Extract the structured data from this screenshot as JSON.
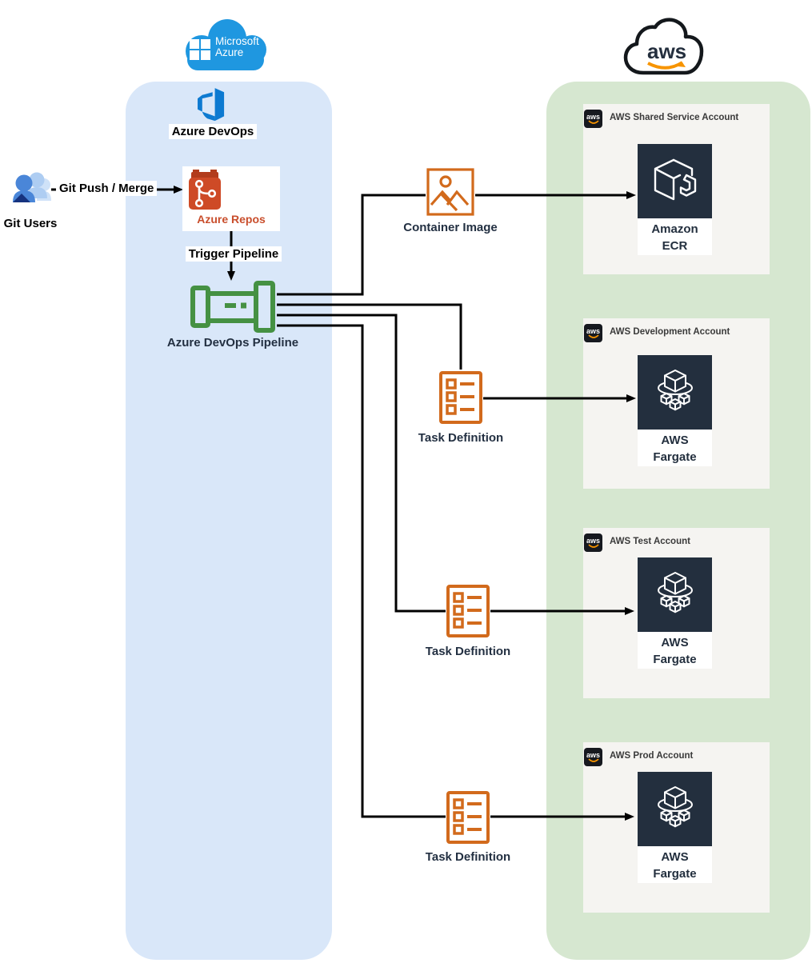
{
  "azure_cloud": {
    "line1": "Microsoft",
    "line2": "Azure"
  },
  "aws_cloud": {
    "label": "aws"
  },
  "left": {
    "git_users_label": "Git Users",
    "git_push_label": "Git Push / Merge"
  },
  "azure": {
    "section_label": "Azure DevOps",
    "repos_label": "Azure Repos",
    "trigger_label": "Trigger Pipeline",
    "pipeline_label": "Azure DevOps Pipeline"
  },
  "artifacts": {
    "container_image_label": "Container Image",
    "task_definition_label": "Task Definition"
  },
  "aws": {
    "badge_label": "aws",
    "accounts": [
      {
        "label": "AWS Shared Service Account",
        "service_line1": "Amazon",
        "service_line2": "ECR"
      },
      {
        "label": "AWS Development Account",
        "service_line1": "AWS",
        "service_line2": "Fargate"
      },
      {
        "label": "AWS Test Account",
        "service_line1": "AWS",
        "service_line2": "Fargate"
      },
      {
        "label": "AWS Prod Account",
        "service_line1": "AWS",
        "service_line2": "Fargate"
      }
    ]
  },
  "colors": {
    "azure_blue": "#1f97e0",
    "devops_blue": "#0d7ad1",
    "column_blue": "#d9e7f9",
    "column_green": "#d6e7d0",
    "account_gray": "#f5f4f1",
    "aws_navy": "#232f3e",
    "resource_orange": "#d26a1c",
    "pipeline_green": "#459143",
    "repos_red": "#c94e2c",
    "aws_smile_orange": "#f79400"
  }
}
